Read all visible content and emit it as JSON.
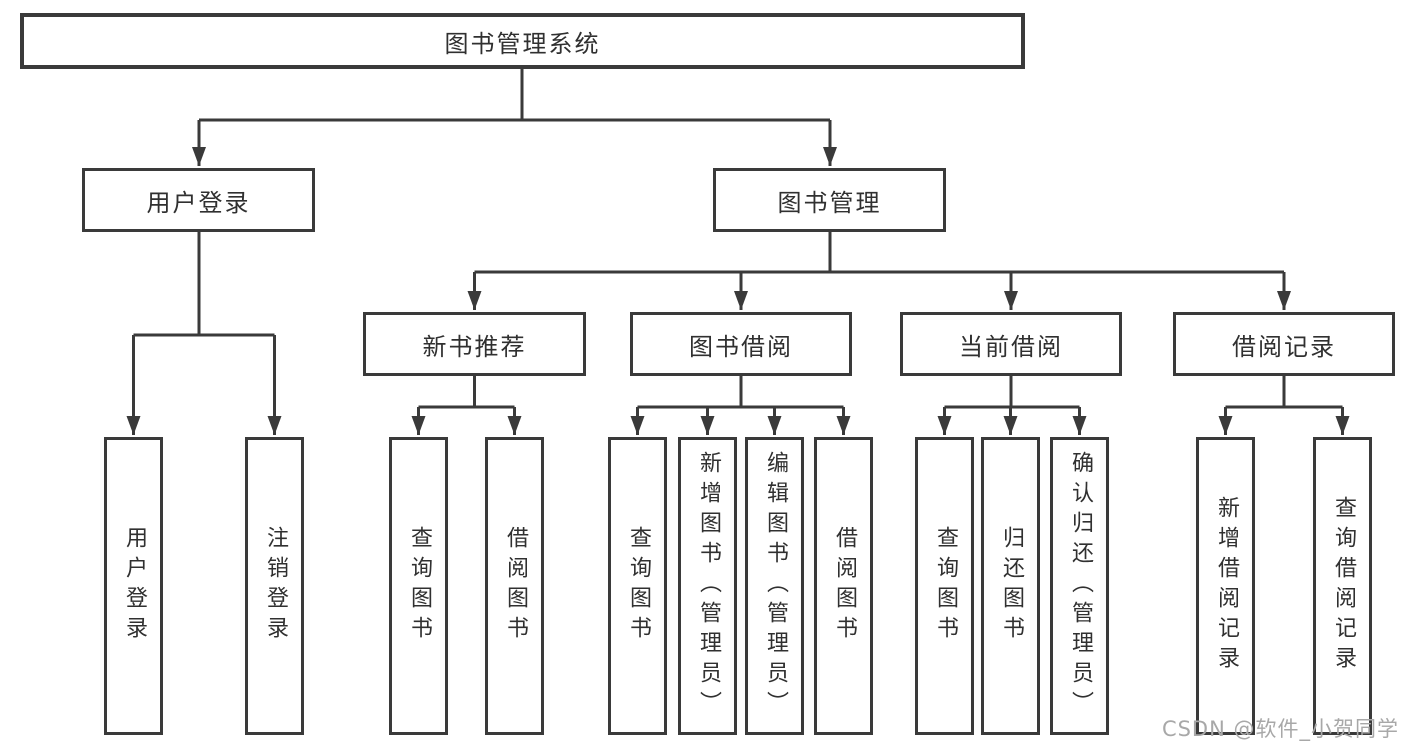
{
  "tree": {
    "root": {
      "label": "图书管理系统"
    },
    "children": [
      {
        "label": "用户登录",
        "children": [
          {
            "label": "用户登录"
          },
          {
            "label": "注销登录"
          }
        ]
      },
      {
        "label": "图书管理",
        "children": [
          {
            "label": "新书推荐",
            "children": [
              {
                "label": "查询图书"
              },
              {
                "label": "借阅图书"
              }
            ]
          },
          {
            "label": "图书借阅",
            "children": [
              {
                "label": "查询图书"
              },
              {
                "label": "新增图书（管理员）"
              },
              {
                "label": "编辑图书（管理员）"
              },
              {
                "label": "借阅图书"
              }
            ]
          },
          {
            "label": "当前借阅",
            "children": [
              {
                "label": "查询图书"
              },
              {
                "label": "归还图书"
              },
              {
                "label": "确认归还（管理员）"
              }
            ]
          },
          {
            "label": "借阅记录",
            "children": [
              {
                "label": "新增借阅记录"
              },
              {
                "label": "查询借阅记录"
              }
            ]
          }
        ]
      }
    ]
  },
  "watermark": "CSDN @软件_小贺同学",
  "colors": {
    "line": "#3a3a3a",
    "text": "#303030",
    "box_background": "#ffffff",
    "watermark": "#a8a8a8"
  }
}
